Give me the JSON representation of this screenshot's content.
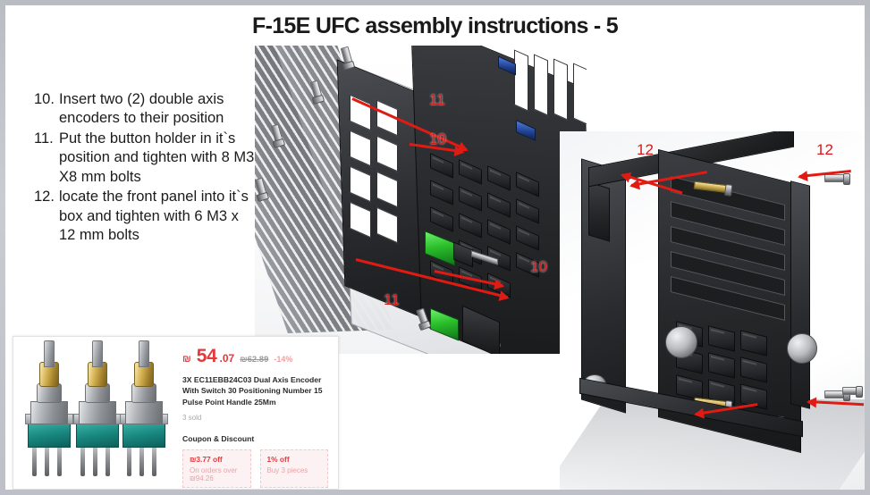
{
  "slide": {
    "title": "F-15E UFC assembly instructions - 5"
  },
  "instructions": [
    {
      "num": "10.",
      "text": "Insert two (2) double axis encoders to their position"
    },
    {
      "num": "11.",
      "text": "Put the button holder in it`s position and tighten with 8 M3 X8 mm bolts"
    },
    {
      "num": "12.",
      "text": "locate the front panel into it`s box and tighten with 6 M3 x 12 mm bolts"
    }
  ],
  "callouts": {
    "left_top_11": "11",
    "left_top_10": "10",
    "left_bottom_11": "11",
    "left_bottom_10": "10",
    "right_12_a": "12",
    "right_12_b": "12"
  },
  "product_card": {
    "currency": "₪",
    "price_whole": "54",
    "price_decimal": ".07",
    "price_original": "₪62.89",
    "discount_percent": "-14%",
    "title": "3X EC11EBB24C03 Dual Axis Encoder With Switch 30 Positioning Number 15 Pulse Point Handle 25Mm",
    "sold": "3 sold",
    "coupon_heading": "Coupon & Discount",
    "coupons": [
      {
        "title": "₪3.77 off",
        "subtitle": "On orders over ₪94.26"
      },
      {
        "title": "1% off",
        "subtitle": "Buy 3 pieces"
      }
    ]
  },
  "colors": {
    "accent_red": "#e01b14",
    "price_red": "#e4393c",
    "frame_gray": "#b9bcc2"
  }
}
